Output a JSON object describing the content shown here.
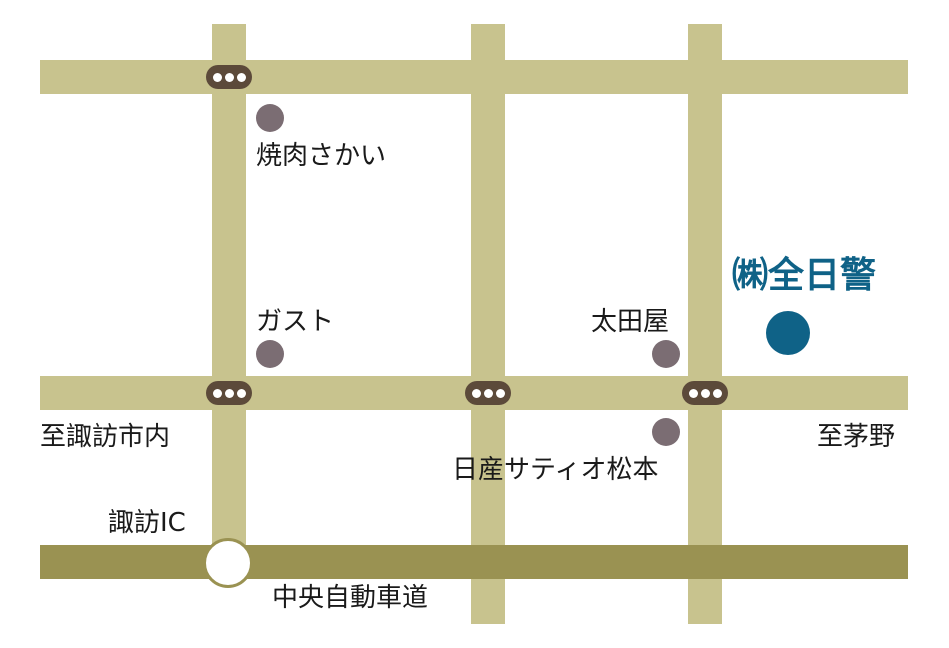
{
  "map": {
    "colors": {
      "road": "#c8c38e",
      "highway": "#9a9252",
      "signal": "#5c4a3a",
      "poi": "#7b6d73",
      "destination": "#0f6287"
    },
    "landmarks": {
      "yakiniku": "焼肉さかい",
      "gusto": "ガスト",
      "otaya": "太田屋",
      "nissan": "日産サティオ松本"
    },
    "destination": {
      "name": "㈱全日警"
    },
    "directions": {
      "suwa_city": "至諏訪市内",
      "chino": "至茅野"
    },
    "interchange": "諏訪IC",
    "expressway": "中央自動車道",
    "icons": {
      "signal": "traffic-signal-icon",
      "poi": "poi-marker-icon",
      "destination": "destination-marker-icon",
      "interchange": "interchange-icon"
    }
  }
}
